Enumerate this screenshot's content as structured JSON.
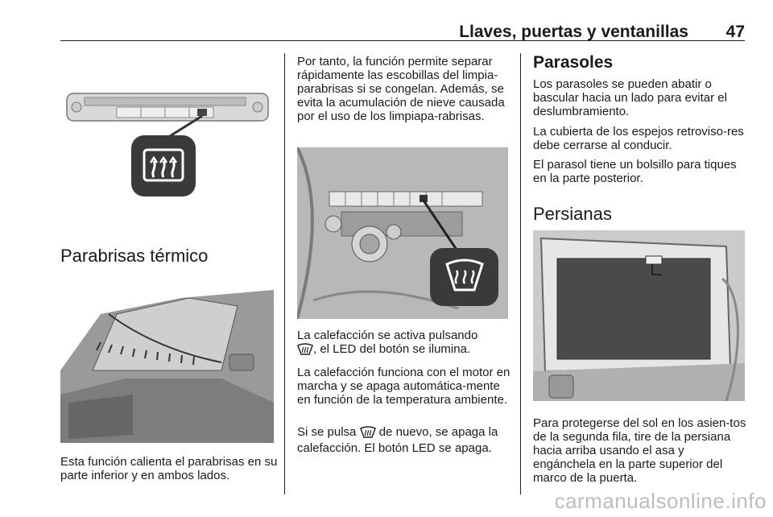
{
  "header": {
    "title": "Llaves, puertas y ventanillas",
    "page_number": "47"
  },
  "col1": {
    "heading": "Parabrisas térmico",
    "body": "Esta función calienta el parabrisas en su parte inferior y en ambos lados."
  },
  "col2": {
    "intro": "Por tanto, la función permite separar rápidamente las escobillas del limpia-parabrisas si se congelan. Además, se evita la acumulación de nieve causada por el uso de los limpiapa-rabrisas.",
    "p1_a": "La calefacción se activa pulsando",
    "p1_b": ", el LED del botón se ilumina.",
    "p2": "La calefacción funciona con el motor en marcha y se apaga automática-mente en función de la temperatura ambiente.",
    "p3_a": "Si se pulsa",
    "p3_b": "de nuevo, se apaga la calefacción. El botón LED se apaga."
  },
  "col3": {
    "heading_parasoles": "Parasoles",
    "p1": "Los parasoles se pueden abatir o bascular hacia un lado para evitar el deslumbramiento.",
    "p2": "La cubierta de los espejos retroviso-res debe cerrarse al conducir.",
    "p3": "El parasol tiene un bolsillo para tiques en la parte posterior.",
    "heading_persianas": "Persianas",
    "p4": "Para protegerse del sol en los asien-tos de la segunda fila, tire de la persiana hacia arriba usando el asa y engánchela en la parte superior del marco de la puerta."
  },
  "footer": {
    "watermark": "carmanualsonline.info"
  },
  "icons": [
    "rear-defrost-icon",
    "windscreen-heating-icon"
  ]
}
